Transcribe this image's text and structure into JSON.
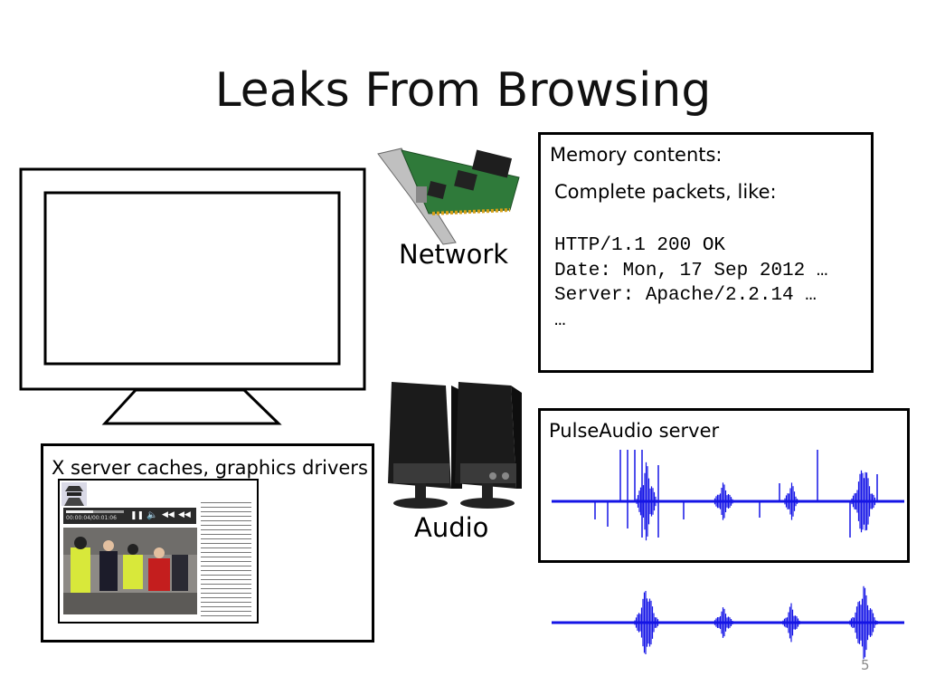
{
  "slide": {
    "title": "Leaks From Browsing",
    "page_number": "5"
  },
  "network": {
    "caption": "Network",
    "memory_box": {
      "heading": "Memory contents:",
      "subheading": "Complete packets, like:",
      "lines": [
        "HTTP/1.1 200 OK",
        "Date: Mon, 17 Sep 2012 …",
        "Server: Apache/2.2.14 …",
        "…"
      ]
    }
  },
  "display": {
    "box_label": "X server caches, graphics drivers",
    "player_time": "00:00:04/00:01:06"
  },
  "audio": {
    "caption": "Audio",
    "box_label": "PulseAudio server"
  },
  "colors": {
    "waveform": "#1414e6",
    "border": "#000000"
  }
}
